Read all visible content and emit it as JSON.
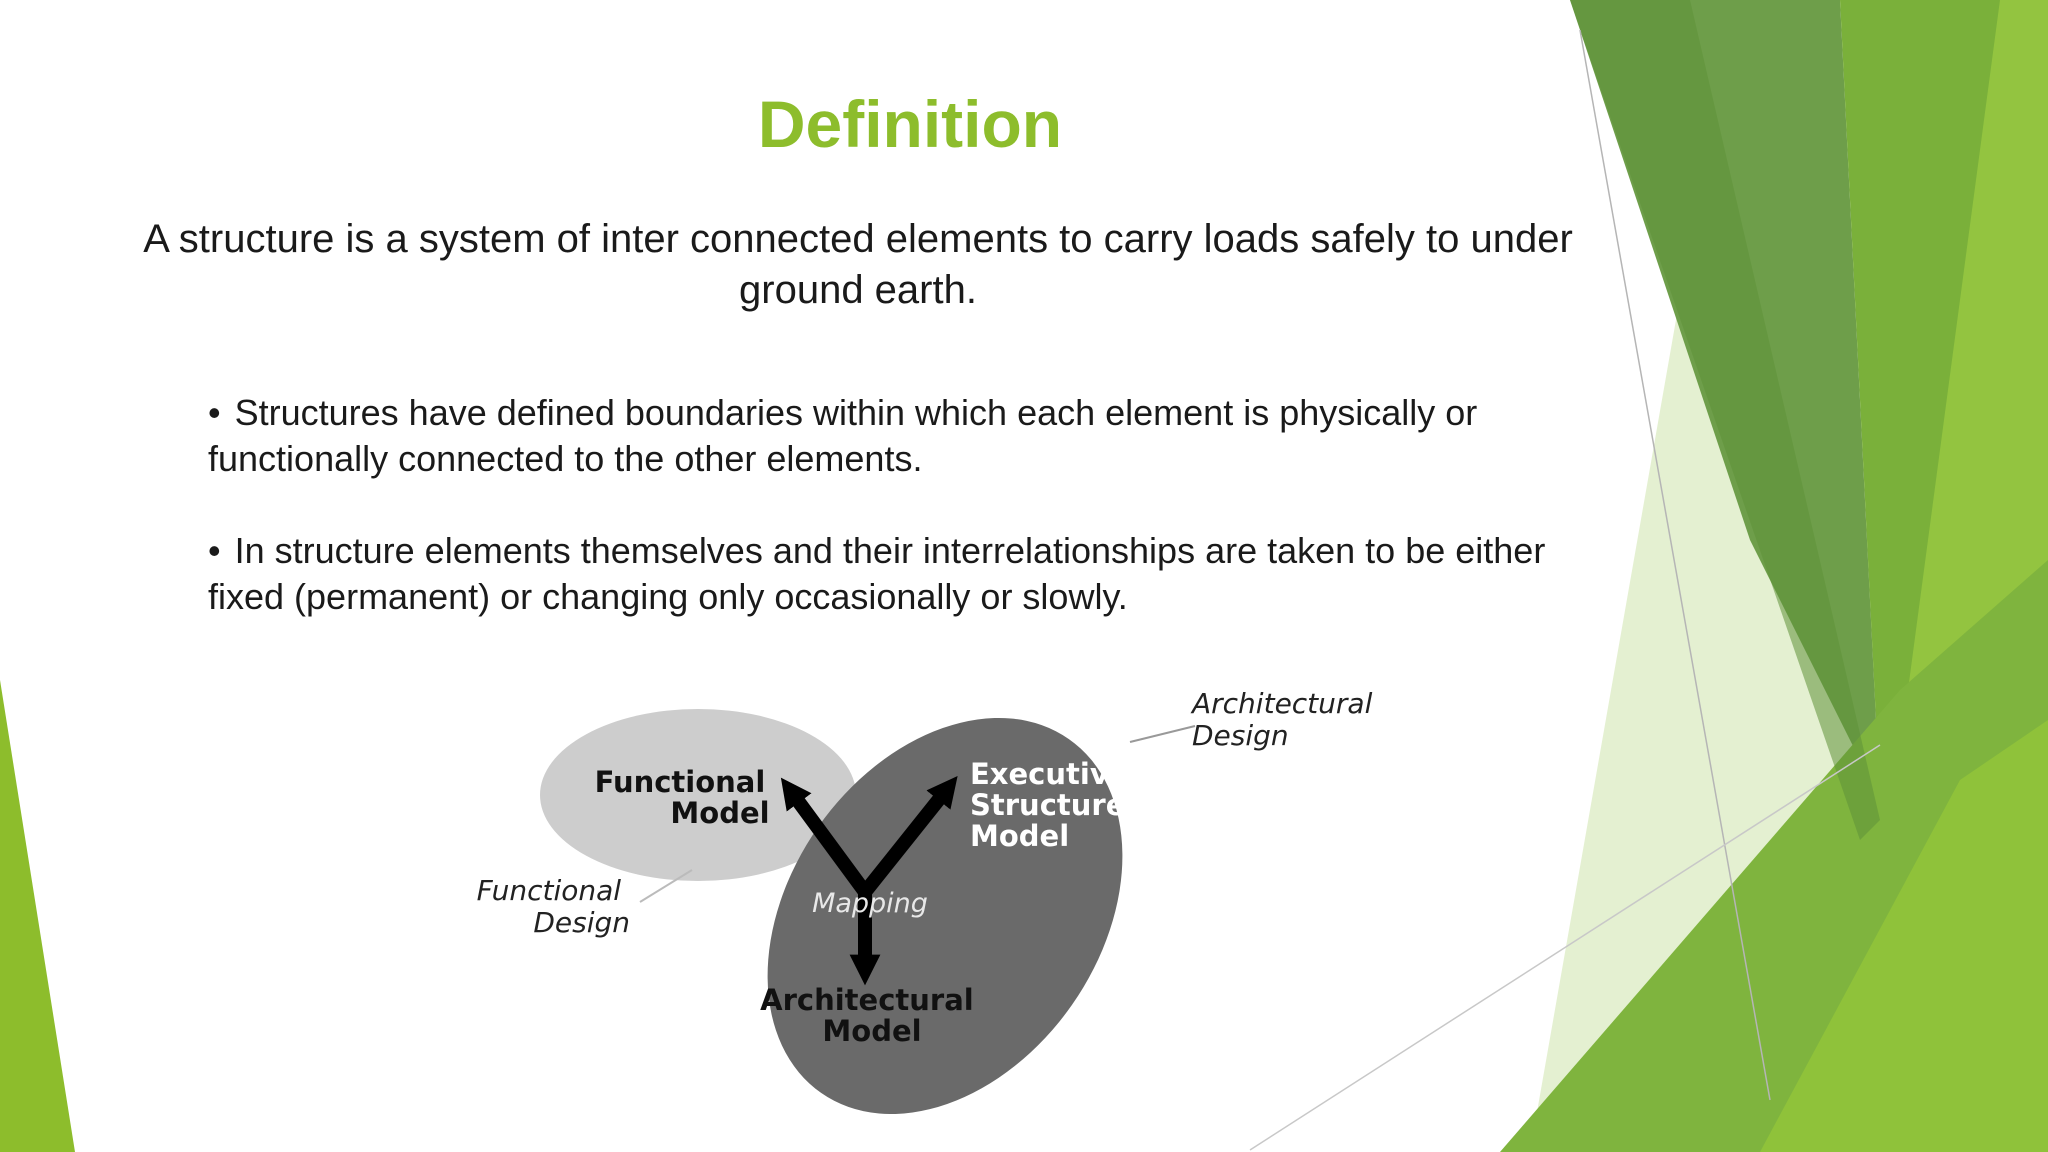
{
  "slide": {
    "title": "Definition",
    "lead": "A structure is a system of inter connected elements to carry loads safely to under ground earth.",
    "bullets": [
      "Structures have defined boundaries within which each element is physically or functionally connected to the other elements.",
      "In structure elements themselves and their interrelationships are taken to be either fixed (permanent) or changing only occasionally or slowly."
    ],
    "bullet_glyph": "•"
  },
  "diagram": {
    "functional_model": [
      "Functional",
      "Model"
    ],
    "executive_model": [
      "Executive",
      "Structure",
      "Model"
    ],
    "architectural_model": [
      "Architectural",
      "Model"
    ],
    "mapping": "Mapping",
    "functional_design": [
      "Functional",
      "Design"
    ],
    "architectural_design": [
      "Architectural",
      "Design"
    ]
  },
  "colors": {
    "title": "#8dbd2c",
    "green_dark": "#5e8f3a",
    "green_mid": "#7fb23a",
    "green_light": "#9cc84a",
    "green_pale": "#dfeccb",
    "ellipse_light": "#cccccc",
    "ellipse_dark": "#6a6a6a"
  }
}
